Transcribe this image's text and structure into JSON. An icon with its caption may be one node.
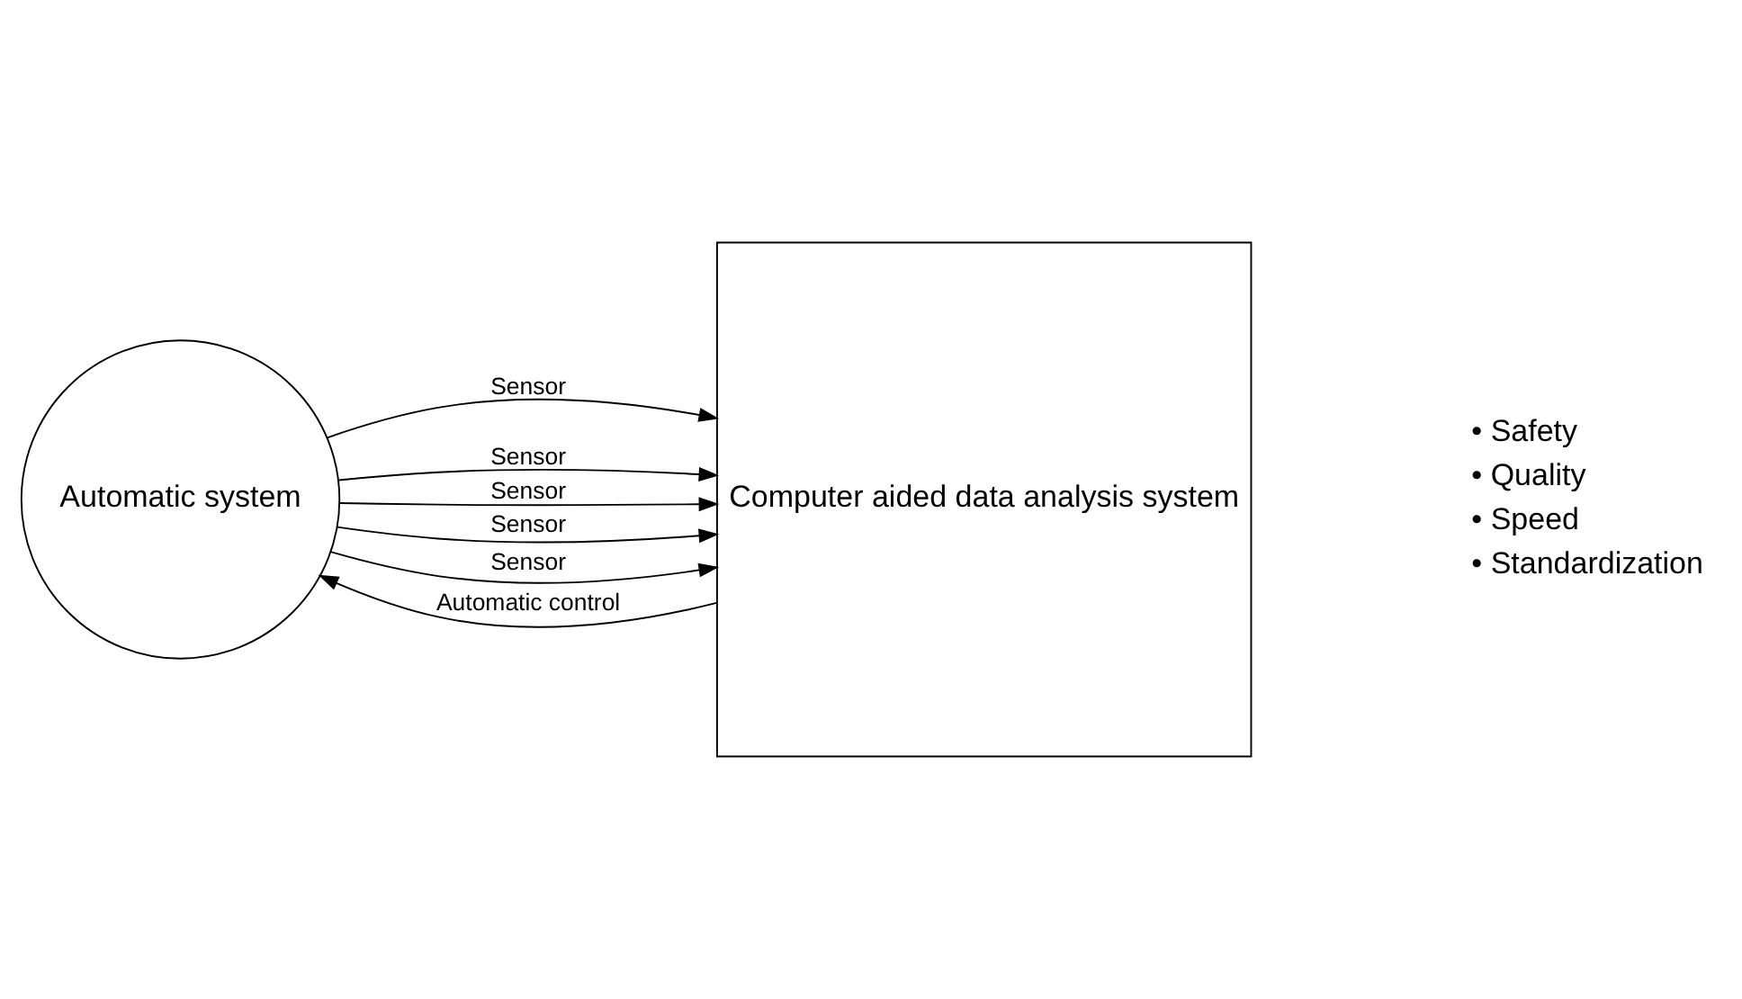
{
  "diagram": {
    "nodes": [
      {
        "text": [
          "Automatic system"
        ]
      },
      {
        "text": [
          "Computer aided data analysis system"
        ]
      }
    ],
    "edges": [
      {
        "from": 0,
        "to": 1,
        "arrow": "to",
        "label": "Sensor"
      },
      {
        "from": 0,
        "to": 1,
        "arrow": "to",
        "label": "Sensor"
      },
      {
        "from": 0,
        "to": 1,
        "arrow": "to",
        "label": "Sensor"
      },
      {
        "from": 0,
        "to": 1,
        "arrow": "to",
        "label": "Sensor"
      },
      {
        "from": 0,
        "to": 1,
        "arrow": "to",
        "label": "Sensor"
      },
      {
        "from": 1,
        "to": 0,
        "arrow": "to",
        "label": "Automatic control"
      }
    ],
    "labels": [
      "• Safety",
      "• Quality",
      "• Speed",
      "• Standardization"
    ]
  }
}
